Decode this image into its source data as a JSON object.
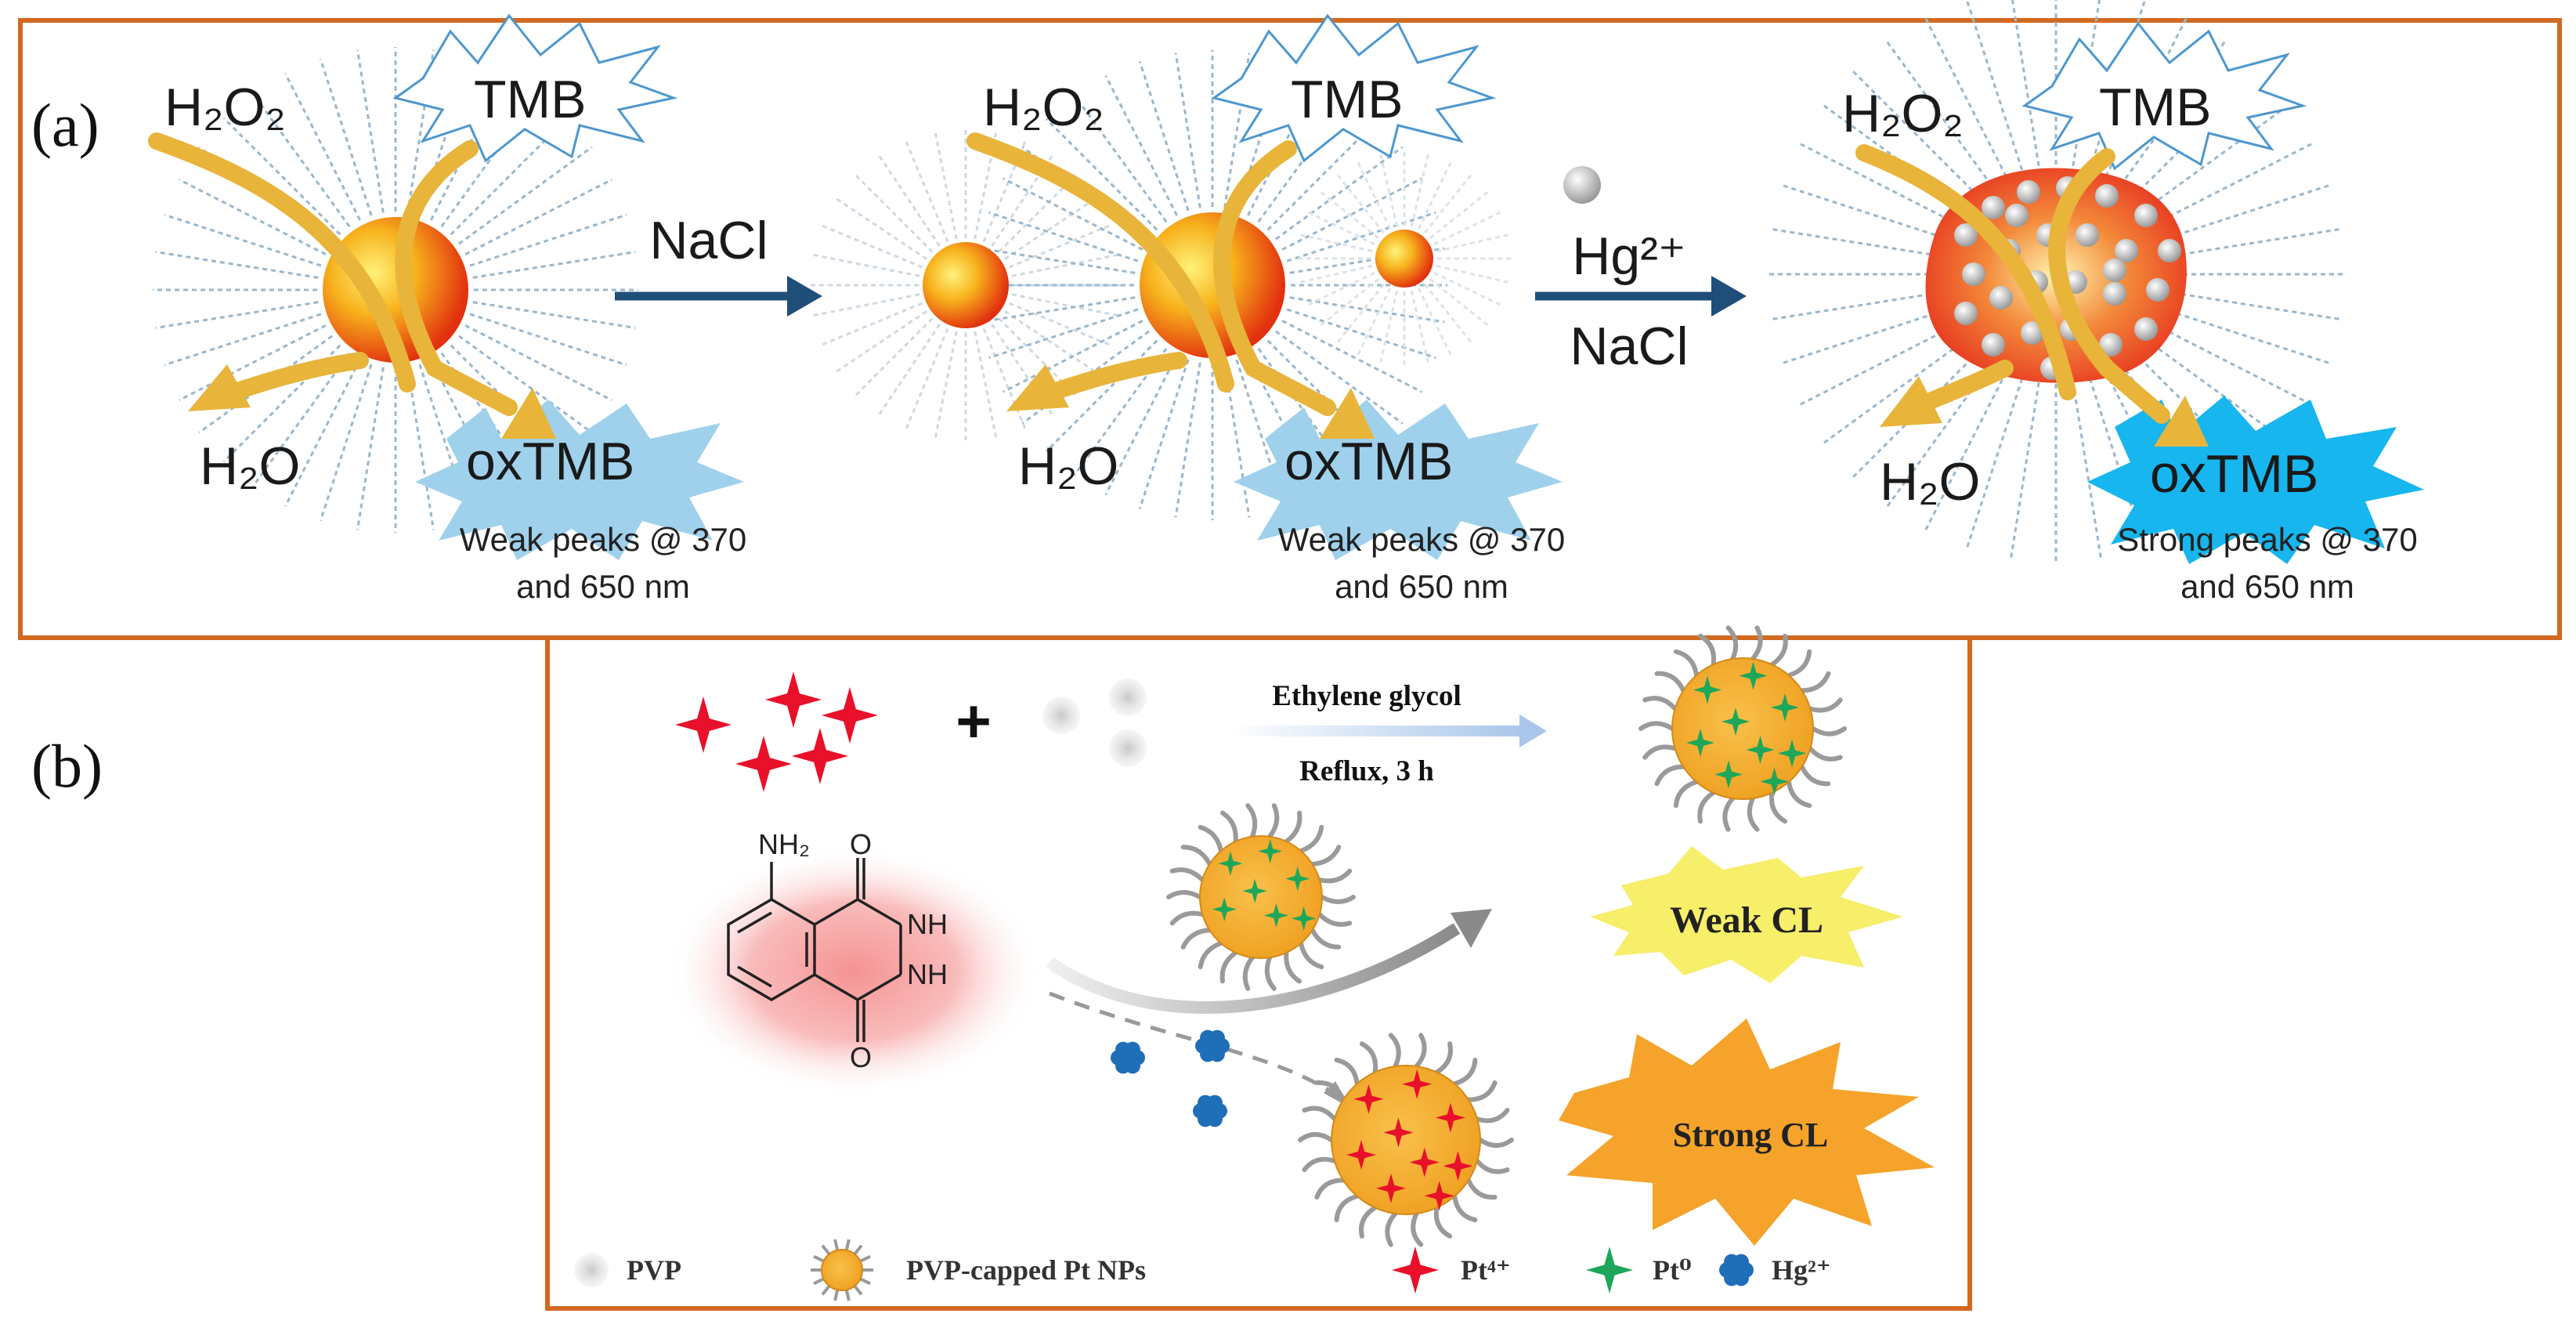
{
  "panels": {
    "a": {
      "label": "(a)",
      "stage1": {
        "h2o2": "H₂O₂",
        "tmb": "TMB",
        "h2o": "H₂O",
        "oxtmb": "oxTMB",
        "caption_line1": "Weak peaks @ 370",
        "caption_line2": "and 650 nm"
      },
      "arrow1_label": "NaCl",
      "stage2": {
        "h2o2": "H₂O₂",
        "tmb": "TMB",
        "h2o": "H₂O",
        "oxtmb": "oxTMB",
        "caption_line1": "Weak peaks @ 370",
        "caption_line2": "and 650 nm"
      },
      "arrow2_label_top": "Hg²⁺",
      "arrow2_label_bottom": "NaCl",
      "stage3": {
        "h2o2": "H₂O₂",
        "tmb": "TMB",
        "h2o": "H₂O",
        "oxtmb": "oxTMB",
        "caption_line1": "Strong peaks @ 370",
        "caption_line2": "and 650 nm"
      }
    },
    "b": {
      "label": "(b)",
      "synthesis": {
        "plus": "+",
        "condition_top": "Ethylene glycol",
        "condition_bottom": "Reflux, 3 h"
      },
      "luminol": {
        "nh2": "NH₂",
        "nh_top": "NH",
        "nh_bottom": "NH",
        "o_top": "O",
        "o_bottom": "O"
      },
      "weak_label": "Weak CL",
      "strong_label": "Strong CL",
      "legend": {
        "pvp": "PVP",
        "pt_nps": "PVP-capped Pt NPs",
        "pt4": "Pt⁴⁺",
        "pt0": "Pt⁰",
        "hg2": "Hg²⁺"
      }
    }
  },
  "colors": {
    "frame": "#d2691e",
    "arrow_blue": "#1f4e79",
    "gold_arrow": "#e8b43a",
    "burst_blue": "#9fd1ec",
    "burst_cyan": "#17b6ee",
    "pt4_red": "#e8102a",
    "pt0_green": "#1ea65a",
    "hg_blue": "#1f6eb8",
    "np_orange": "#f5a623",
    "weak_yellow": "#f7ee6a",
    "strong_orange": "#f5a32a"
  }
}
